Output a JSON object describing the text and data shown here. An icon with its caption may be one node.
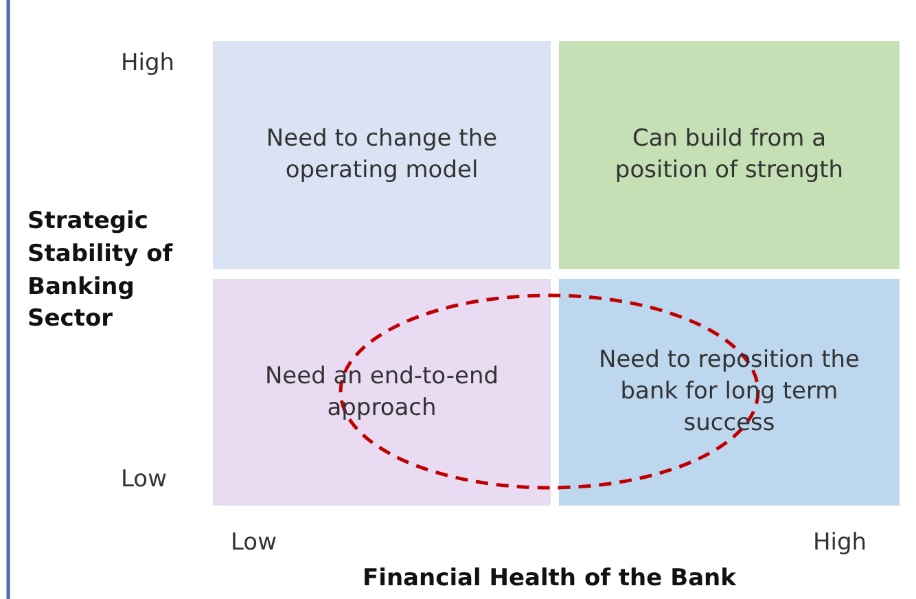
{
  "diagram": {
    "nodes": [
      {
        "text": [
          "Need to change the operating model"
        ]
      },
      {
        "text": [
          "Can build from a position of strength"
        ]
      },
      {
        "text": [
          "Need an end-to-end approach"
        ]
      },
      {
        "text": [
          "Need to reposition the bank for long term success"
        ]
      }
    ],
    "labels": [
      "High",
      "Strategic Stability of Banking Sector",
      "Low",
      "Low",
      "High",
      "Financial Health of the Bank"
    ]
  }
}
